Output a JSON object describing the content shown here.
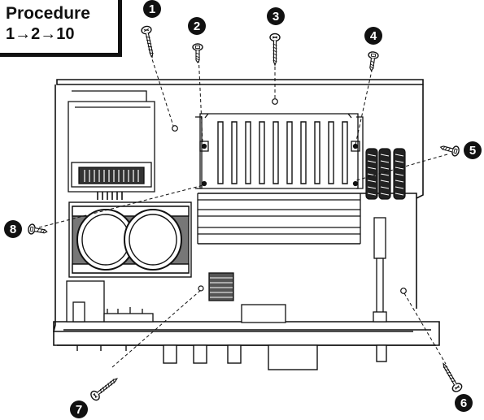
{
  "procedure": {
    "title": "Procedure",
    "steps": "1→2→10"
  },
  "callouts": [
    {
      "id": "screw-1",
      "label": "1"
    },
    {
      "id": "screw-2",
      "label": "2"
    },
    {
      "id": "screw-3",
      "label": "3"
    },
    {
      "id": "screw-4",
      "label": "4"
    },
    {
      "id": "screw-5",
      "label": "5"
    },
    {
      "id": "screw-6",
      "label": "6"
    },
    {
      "id": "screw-7",
      "label": "7"
    },
    {
      "id": "screw-8",
      "label": "8"
    }
  ]
}
